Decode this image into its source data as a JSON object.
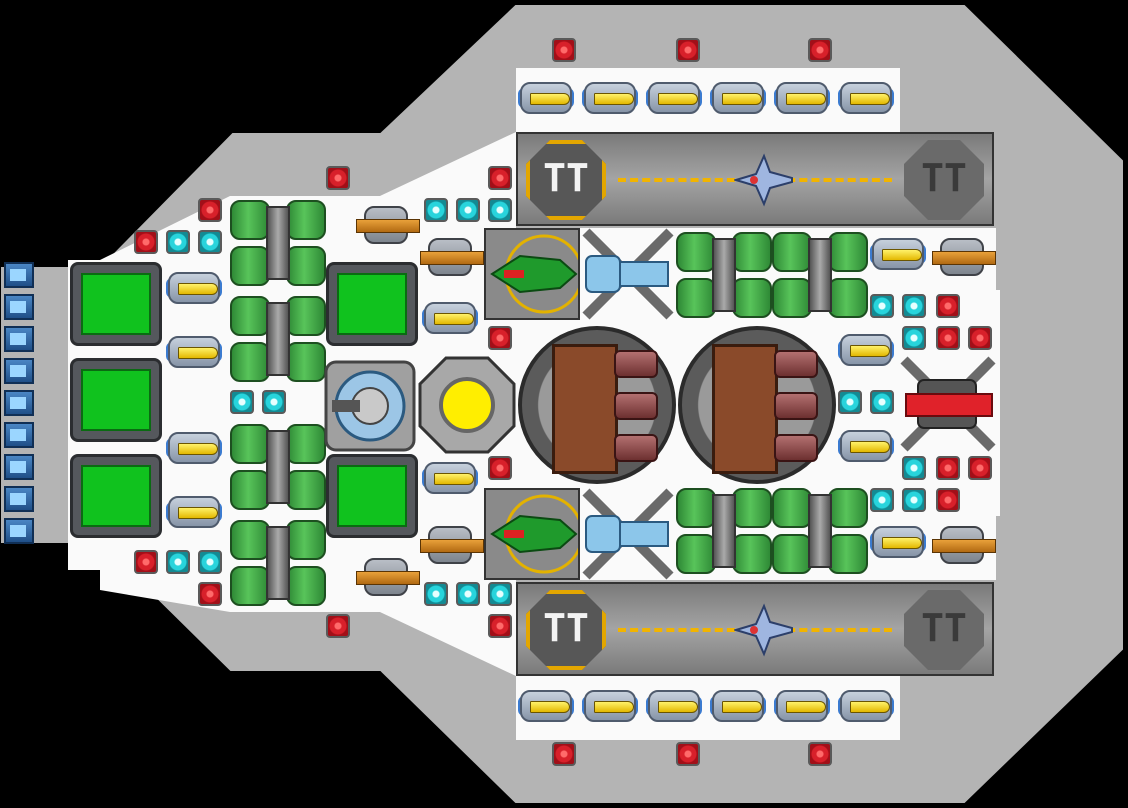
{
  "scene": {
    "background_color": "#000000",
    "hull_outer_color": "#b4b4b4",
    "interior_color": "#ffffff",
    "module_types": [
      "red-power-node",
      "cyan-power-node",
      "yellow-ammo-pod",
      "green-cargo-bay",
      "green-fuel-tank",
      "orange-gun-turret",
      "fighter-launch-bay",
      "twin-reactor",
      "shield-generator",
      "yellow-core"
    ]
  },
  "launch_bays": [
    {
      "pad_left_label": "TT",
      "pad_right_label": "TT"
    },
    {
      "pad_left_label": "TT",
      "pad_right_label": "TT"
    }
  ]
}
